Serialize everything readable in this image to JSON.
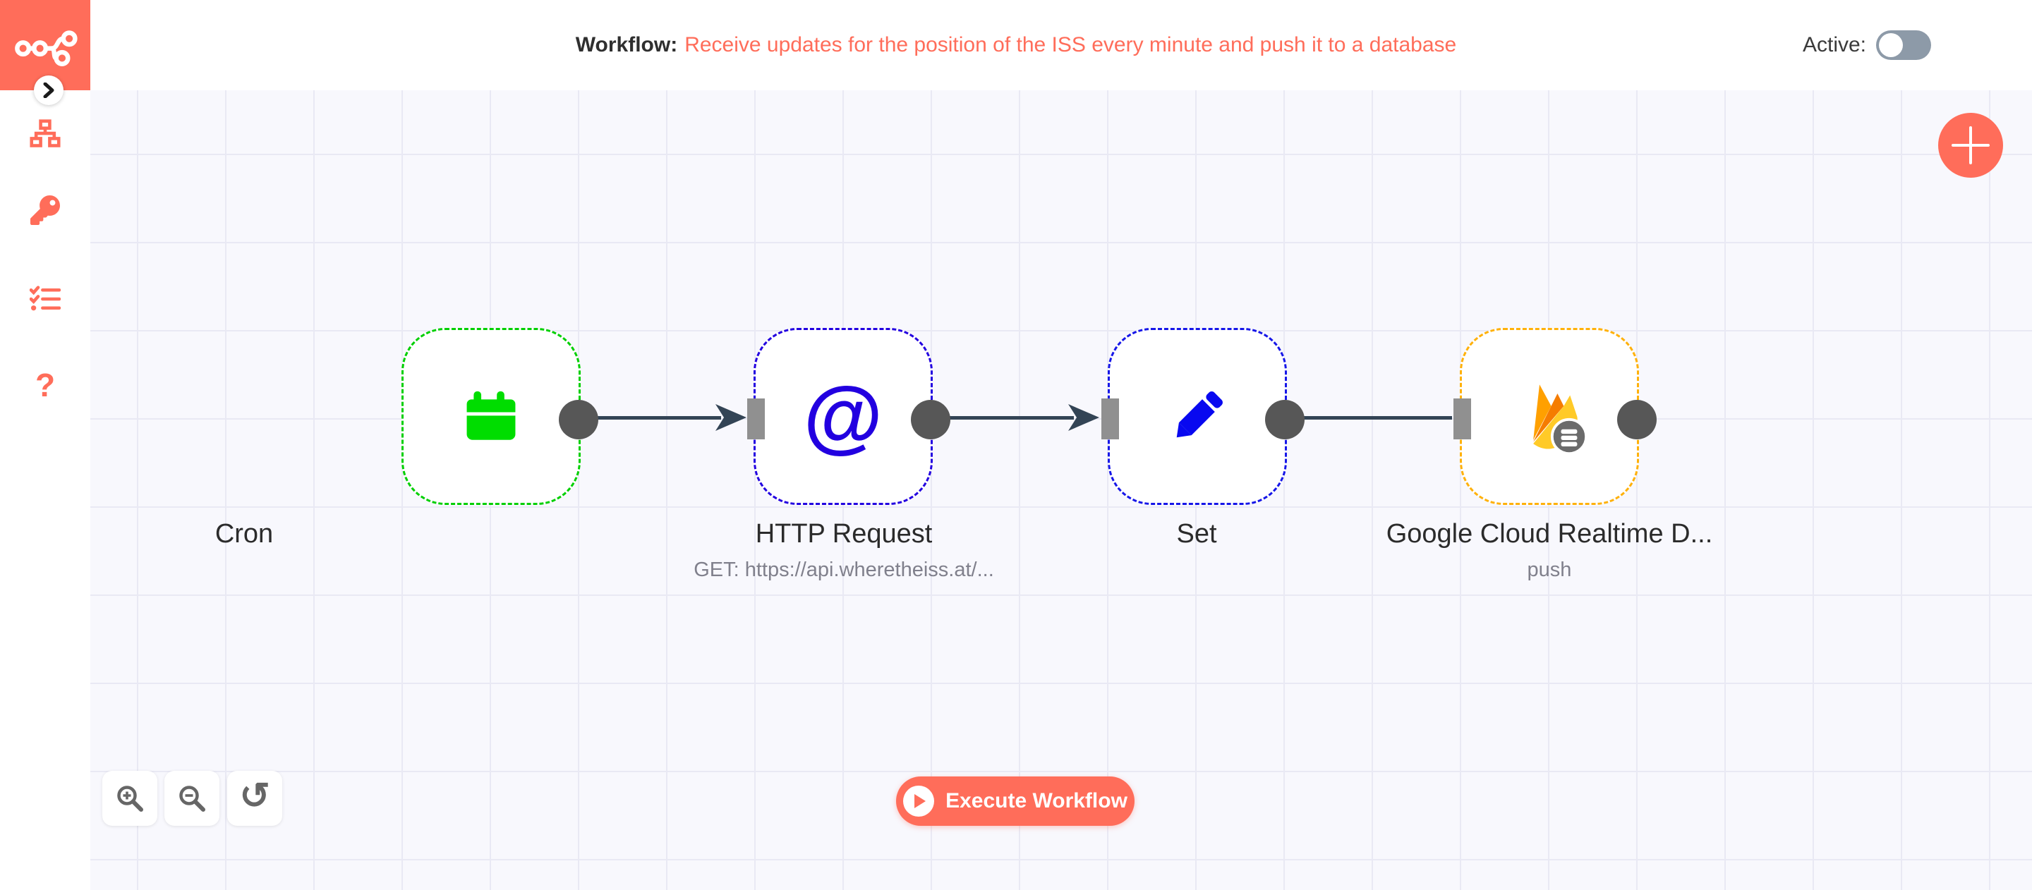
{
  "header": {
    "title_prefix": "Workflow:",
    "title_name": "Receive updates for the position of the ISS every minute and push it to a database",
    "active_label": "Active:",
    "active_state": "off"
  },
  "sidebar": {
    "items": [
      {
        "name": "workflows",
        "icon": "sitemap-icon"
      },
      {
        "name": "credentials",
        "icon": "key-icon"
      },
      {
        "name": "executions",
        "icon": "checklist-icon"
      },
      {
        "name": "help",
        "icon": "question-icon",
        "glyph": "?"
      }
    ]
  },
  "canvas": {
    "nodes": [
      {
        "label": "Cron",
        "subtitle": "",
        "icon": "calendar-icon",
        "border_color": "#00cf00",
        "icon_color": "#00dd00"
      },
      {
        "label": "HTTP Request",
        "subtitle": "GET: https://api.wheretheiss.at/...",
        "icon": "at-icon",
        "at_glyph": "@",
        "border_color": "#2200e0",
        "icon_color": "#2200e0"
      },
      {
        "label": "Set",
        "subtitle": "",
        "icon": "pencil-icon",
        "border_color": "#1616e8",
        "icon_color": "#0808f0"
      },
      {
        "label": "Google Cloud Realtime D...",
        "subtitle": "push",
        "icon": "firebase-icon",
        "border_color": "#ffb10a"
      }
    ],
    "connections": [
      {
        "from": "Cron",
        "to": "HTTP Request",
        "arrow": true
      },
      {
        "from": "HTTP Request",
        "to": "Set",
        "arrow": true
      },
      {
        "from": "Set",
        "to": "Google Cloud Realtime D...",
        "arrow": false
      }
    ],
    "controls": {
      "execute_label": "Execute Workflow",
      "zoom_in": "zoom-in",
      "zoom_out": "zoom-out",
      "reset": "reset-zoom",
      "reset_glyph": "↺",
      "add_node": "+"
    }
  },
  "colors": {
    "primary": "#ff6d5a",
    "canvas_bg": "#f8f8fd",
    "grid_line": "#e9e9f4",
    "connection": "#334455",
    "port": "#575757",
    "toggle_off": "#8d9aa8"
  }
}
